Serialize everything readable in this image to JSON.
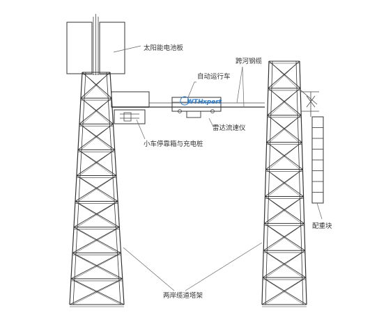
{
  "labels": {
    "solar_panel": "太阳能电池板",
    "auto_vehicle": "自动运行车",
    "cross_river_cable": "跨河钢缆",
    "radar_velocimeter": "雷达流速仪",
    "parking_box": "小车停靠箱与充电桩",
    "counterweight": "配重块",
    "towers": "两岸缆道塔架"
  },
  "logo": {
    "text_main": "WTH",
    "text_accent": "xpert",
    "accent_color": "#2a7fd4"
  },
  "colors": {
    "line": "#333333",
    "label": "#333333",
    "background": "#ffffff"
  }
}
